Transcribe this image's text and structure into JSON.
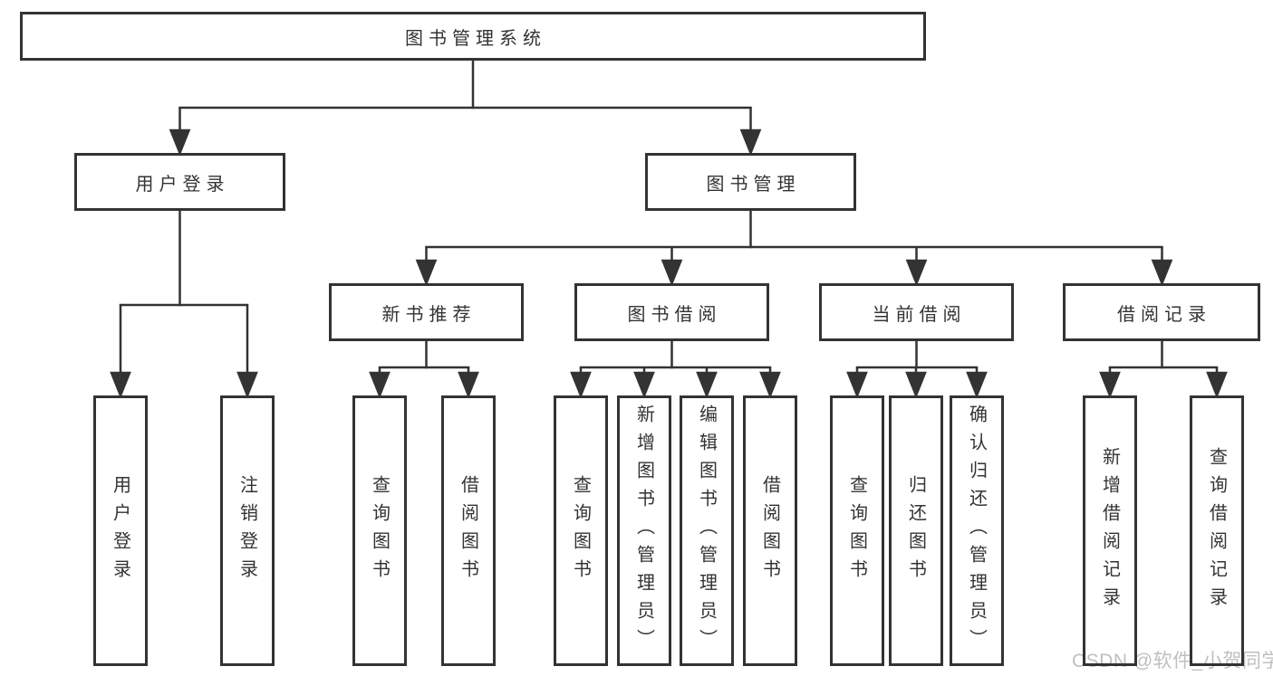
{
  "diagram": {
    "title_node": {
      "label": "图书管理系统"
    },
    "level2": [
      {
        "label": "用户登录"
      },
      {
        "label": "图书管理"
      }
    ],
    "level3": [
      {
        "label": "新书推荐"
      },
      {
        "label": "图书借阅"
      },
      {
        "label": "当前借阅"
      },
      {
        "label": "借阅记录"
      }
    ],
    "leaves": {
      "user_login": [
        {
          "label": "用户登录"
        },
        {
          "label": "注销登录"
        }
      ],
      "new_book": [
        {
          "label": "查询图书"
        },
        {
          "label": "借阅图书"
        }
      ],
      "book_borrow": [
        {
          "label": "查询图书"
        },
        {
          "label": "新增图书（管理员）"
        },
        {
          "label": "编辑图书（管理员）"
        },
        {
          "label": "借阅图书"
        }
      ],
      "current_borrow": [
        {
          "label": "查询图书"
        },
        {
          "label": "归还图书"
        },
        {
          "label": "确认归还（管理员）"
        }
      ],
      "borrow_record": [
        {
          "label": "新增借阅记录"
        },
        {
          "label": "查询借阅记录"
        }
      ]
    },
    "colors": {
      "line": "#333333",
      "text": "#333333",
      "box_background": "#ffffff",
      "watermark": "#c0bfbf"
    },
    "watermark": "CSDN @软件_小贺同学"
  }
}
